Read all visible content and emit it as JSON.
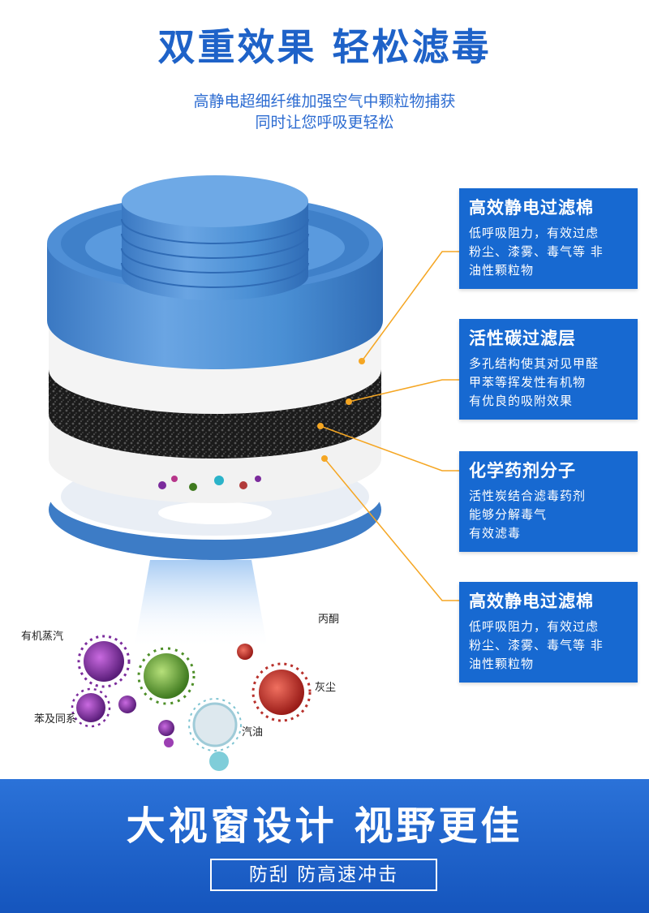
{
  "header": {
    "title": "双重效果 轻松滤毒",
    "subtitle_line1": "高静电超细纤维加强空气中颗粒物捕获",
    "subtitle_line2": "同时让您呼吸更轻松"
  },
  "cards": [
    {
      "title": "高效静电过滤棉",
      "lines": [
        "低呼吸阻力，有效过虑",
        "粉尘、漆雾、毒气等 非",
        "油性颗粒物"
      ]
    },
    {
      "title": "活性碳过滤层",
      "lines": [
        "多孔结构使其对见甲醛",
        "甲苯等挥发性有机物",
        "有优良的吸附效果"
      ]
    },
    {
      "title": "化学药剂分子",
      "lines": [
        "活性炭结合滤毒药剂",
        "能够分解毒气",
        "有效滤毒"
      ]
    },
    {
      "title": "高效静电过滤棉",
      "lines": [
        "低呼吸阻力，有效过虑",
        "粉尘、漆雾、毒气等 非",
        "油性颗粒物"
      ]
    }
  ],
  "particle_labels": {
    "organic_vapor": "有机蒸汽",
    "acetone": "丙酮",
    "benzene": "苯及同系",
    "dust": "灰尘",
    "gasoline": "汽油"
  },
  "banner": {
    "title": "大视窗设计 视野更佳",
    "box_text": "防刮 防高速冲击"
  },
  "colors": {
    "brand_blue": "#1769d1",
    "title_blue": "#1e62c8",
    "filter_blue": "#4a8fd4",
    "leader_orange": "#f5a623"
  }
}
